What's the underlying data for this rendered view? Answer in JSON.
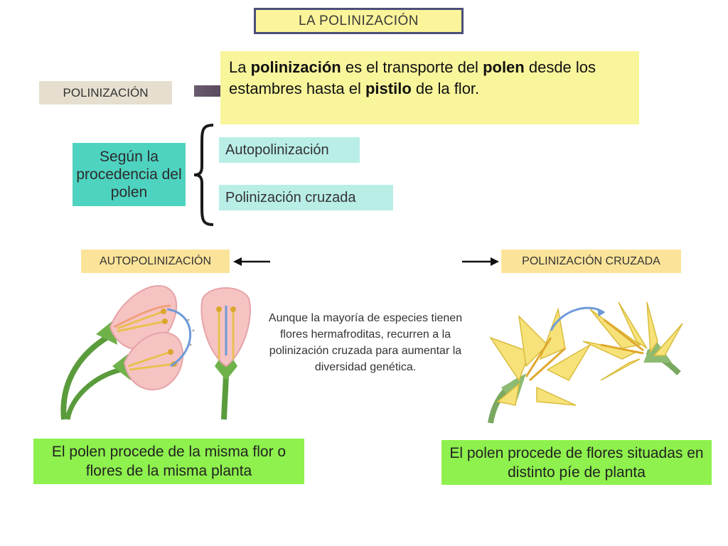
{
  "title": "LA POLINIZACIÓN",
  "definition": {
    "label": "POLINIZACIÓN",
    "parts": {
      "t1": "La ",
      "b1": "polinización",
      "t2": " es el transporte del ",
      "b2": "polen",
      "t3": " desde los estambres hasta el ",
      "b3": "pistilo",
      "t4": " de la flor."
    }
  },
  "classification": {
    "criterion": "Según la procedencia del polen",
    "types": [
      "Autopolinización",
      "Polinización cruzada"
    ]
  },
  "sections": {
    "auto": {
      "label": "AUTOPOLINIZACIÓN",
      "description": "El polen procede de la misma flor o flores de la misma planta"
    },
    "cross": {
      "label": "POLINIZACIÓN CRUZADA",
      "description": "El polen procede de flores situadas en distinto píe de planta"
    }
  },
  "note": "Aunque la mayoría de especies tienen flores hermafroditas, recurren a la polinización cruzada para aumentar la diversidad genética.",
  "colors": {
    "title_bg": "#fbf49a",
    "definition_bg": "#f8f59b",
    "teal": "#4fd3c1",
    "light_teal": "#b9eee7",
    "label_yellow": "#fbe49a",
    "green": "#8ef14d",
    "pink_flower": "#f6c3c3",
    "yellow_flower": "#f7e27a"
  },
  "icons": [
    "pink-flower-illustration",
    "yellow-flower-illustration",
    "left-arrow-icon",
    "right-arrow-icon",
    "curly-brace"
  ]
}
